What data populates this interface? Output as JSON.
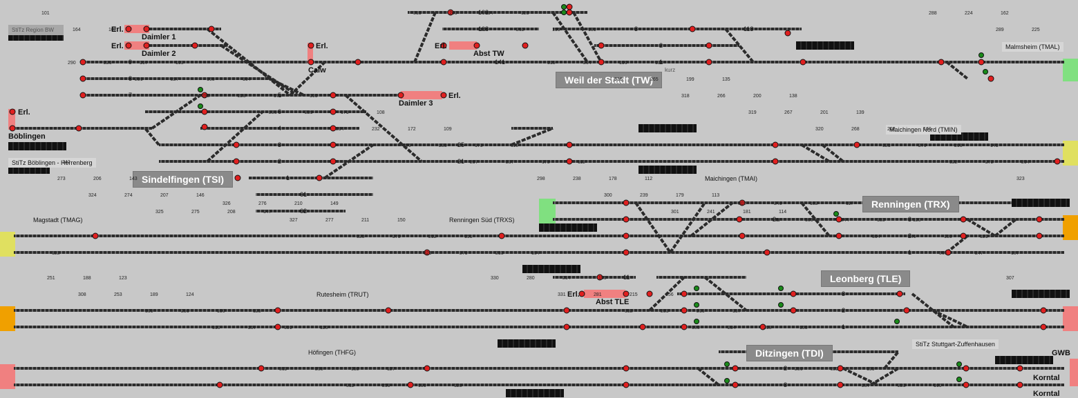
{
  "stations": {
    "weil_der_stadt": "Weil der Stadt (TW)",
    "sindelfingen": "Sindelfingen (TSI)",
    "renningen": "Renningen (TRX)",
    "leonberg": "Leonberg (TLE)",
    "ditzingen": "Ditzingen (TDI)"
  },
  "small_stations": {
    "stitz_region_bw": "StiTz Region BW",
    "stitz_boeblingen": "StiTz Böblingen - Herrenberg",
    "stitz_stuttgart": "StiTz Stuttgart-Zuffenhausen",
    "malmsheim": "Malmsheim (TMAL)",
    "maichingen_nord": "Maichingen Nord (TMIN)",
    "maichingen": "Maichingen (TMAI)",
    "magstadt": "Magstadt (TMAG)",
    "renningen_sued": "Renningen Süd (TRXS)",
    "rutesheim": "Rutesheim (TRUT)",
    "hoefingen": "Höfingen (THFG)"
  },
  "blocks": {
    "daimler1": "Daimler 1",
    "daimler2": "Daimler 2",
    "daimler3": "Daimler 3",
    "abst_tw": "Abst TW",
    "abst_tle": "Abst TLE",
    "calw": "Calw",
    "boeblingen": "Böblingen",
    "korntal1": "Korntal",
    "korntal2": "Korntal",
    "gwb": "GWB",
    "kurz": "kurz"
  },
  "erl": "Erl.",
  "track_numbers": {
    "t9": "9",
    "t8": "8",
    "t7": "7",
    "t6": "6",
    "t5": "5",
    "t4": "4",
    "t3": "3",
    "t2": "2",
    "t103": "103",
    "t108": "108",
    "t141": "141",
    "t113": "113",
    "tw3": "3",
    "tw2": "2",
    "tw1": "1",
    "t25": "25",
    "t21": "21",
    "t1": "1",
    "t61": "61",
    "t62": "62",
    "t11": "11",
    "trx2a": "2a",
    "trx3": "3",
    "trx2": "2",
    "trx1": "1",
    "tle3": "3",
    "tle2": "2",
    "tle1": "1",
    "tdi2": "2",
    "tdi3": "3"
  },
  "signal_numbers": [
    "101",
    "102",
    "103",
    "104",
    "105",
    "108",
    "109",
    "110",
    "111",
    "112",
    "113",
    "114",
    "117",
    "120",
    "121",
    "122",
    "123",
    "124",
    "125",
    "126",
    "127",
    "128",
    "129",
    "131",
    "134",
    "135",
    "138",
    "139",
    "140",
    "141",
    "142",
    "143",
    "146",
    "147",
    "149",
    "150",
    "151",
    "154",
    "155",
    "156",
    "157",
    "158",
    "159",
    "160",
    "162",
    "164",
    "167",
    "168",
    "170",
    "171",
    "172",
    "173",
    "175",
    "178",
    "179",
    "181",
    "182",
    "183",
    "186",
    "187",
    "188",
    "189",
    "190",
    "191",
    "192",
    "193",
    "194",
    "195",
    "196",
    "199",
    "200",
    "201",
    "202",
    "203",
    "204",
    "206",
    "207",
    "208",
    "210",
    "211",
    "212",
    "213",
    "214",
    "215",
    "216",
    "218",
    "222",
    "223",
    "224",
    "225",
    "226",
    "227",
    "228",
    "229",
    "232",
    "233",
    "237",
    "238",
    "239",
    "241",
    "243",
    "244",
    "246",
    "247",
    "251",
    "253",
    "256",
    "257",
    "258",
    "259",
    "260",
    "262",
    "264",
    "265",
    "266",
    "267",
    "268",
    "270",
    "272",
    "273",
    "274",
    "275",
    "276",
    "277",
    "278",
    "279",
    "280",
    "281",
    "283",
    "284",
    "286",
    "287",
    "288",
    "289",
    "290",
    "291",
    "292",
    "293",
    "294",
    "296",
    "297",
    "298",
    "300",
    "301",
    "302",
    "303",
    "304",
    "305",
    "307",
    "308",
    "309",
    "310",
    "311",
    "312",
    "313",
    "314",
    "315",
    "316",
    "318",
    "319",
    "320",
    "321",
    "322",
    "323",
    "324",
    "325",
    "326",
    "327",
    "328",
    "329",
    "330",
    "331",
    "332",
    "333"
  ],
  "colors": {
    "background": "#c8c8c8",
    "track": "#2b2b2b",
    "signal_red": "#e02020",
    "signal_green": "#1a8a1a",
    "erl_block": "#f08080",
    "edge_green": "#80e080",
    "edge_yellow": "#e0e060",
    "edge_orange": "#f0a000",
    "edge_pink": "#f08080"
  }
}
